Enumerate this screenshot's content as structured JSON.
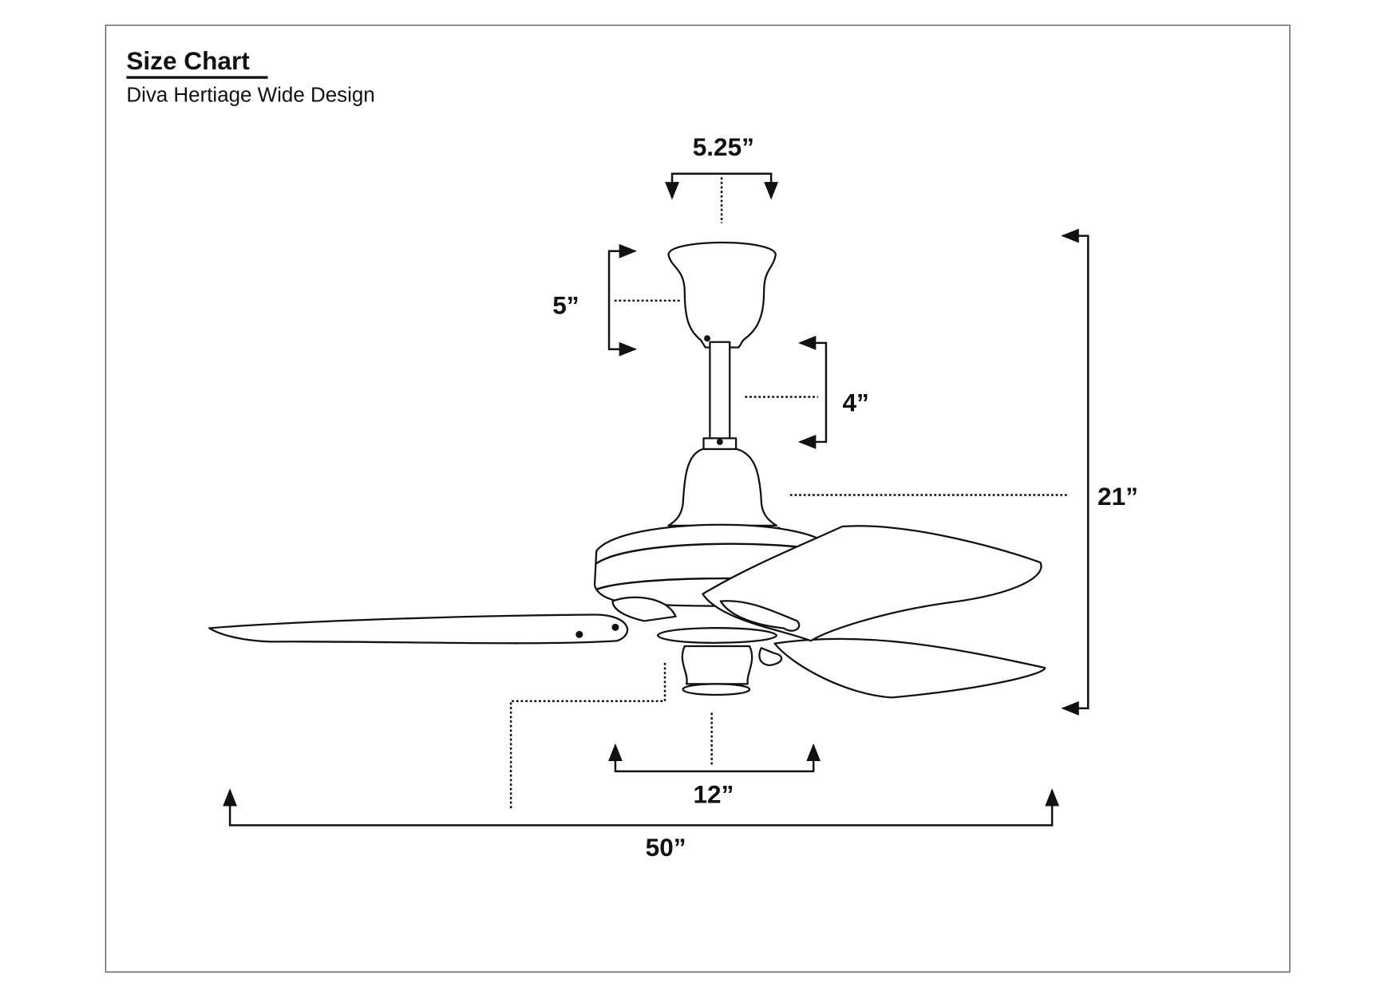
{
  "title": "Size Chart",
  "subtitle": "Diva Hertiage Wide Design",
  "dimensions": {
    "canopy_width": "5.25”",
    "canopy_height": "5”",
    "downrod_length": "4”",
    "total_height": "21”",
    "light_kit_width": "12”",
    "blade_span": "50”"
  }
}
